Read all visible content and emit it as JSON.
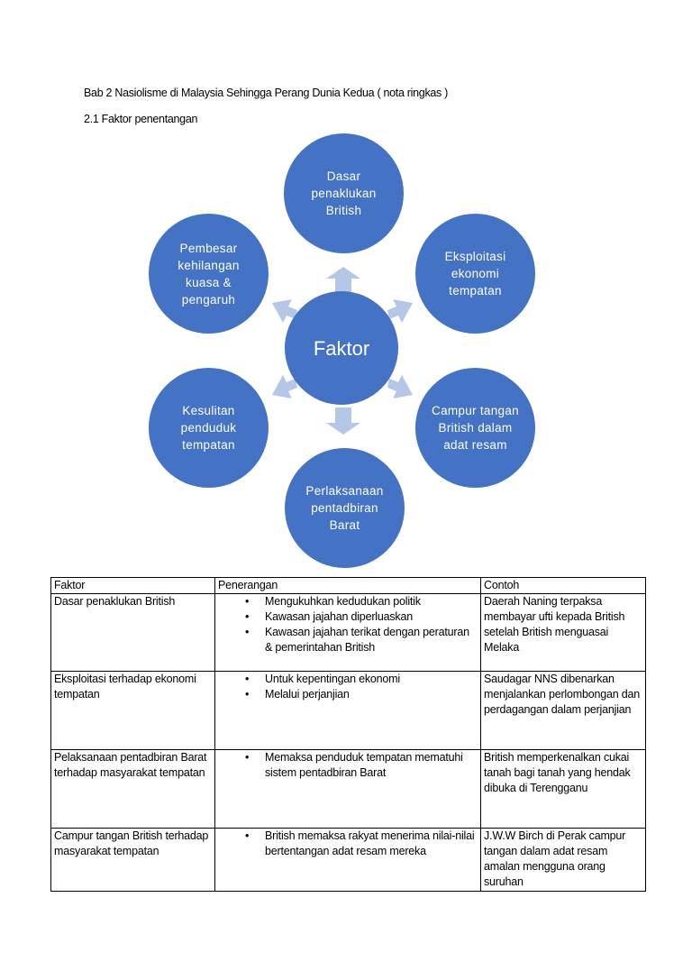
{
  "heading": {
    "title": "Bab 2 Nasiolisme di Malaysia Sehingga Perang Dunia Kedua ( nota ringkas )",
    "subtitle": "2.1 Faktor penentangan"
  },
  "diagram": {
    "center": "Faktor",
    "nodes": [
      {
        "id": "top",
        "label": "Dasar penaklukan British"
      },
      {
        "id": "upper-right",
        "label": "Eksploitasi ekonomi tempatan"
      },
      {
        "id": "lower-right",
        "label": "Campur tangan British dalam adat resam"
      },
      {
        "id": "bottom",
        "label": "Perlaksanaan pentadbiran Barat"
      },
      {
        "id": "lower-left",
        "label": "Kesulitan penduduk tempatan"
      },
      {
        "id": "upper-left",
        "label": "Pembesar kehilangan kuasa & pengaruh"
      }
    ],
    "colors": {
      "circle": "#4472c4",
      "arrow": "#b4c7e7",
      "text": "#ffffff"
    }
  },
  "table": {
    "headers": [
      "Faktor",
      "Penerangan",
      "Contoh"
    ],
    "bullet": "•",
    "rows": [
      {
        "faktor": "Dasar penaklukan British",
        "penerangan": [
          "Mengukuhkan kedudukan politik",
          "Kawasan jajahan diperluaskan",
          "Kawasan jajahan terikat dengan peraturan & pemerintahan British"
        ],
        "contoh": "Daerah Naning terpaksa membayar ufti kepada British setelah British menguasai Melaka"
      },
      {
        "faktor": "Eksploitasi terhadap ekonomi tempatan",
        "penerangan": [
          "Untuk kepentingan ekonomi",
          "Melalui perjanjian"
        ],
        "contoh": "Saudagar NNS dibenarkan menjalankan perlombongan dan perdagangan dalam perjanjian"
      },
      {
        "faktor": "Pelaksanaan pentadbiran Barat terhadap masyarakat tempatan",
        "penerangan": [
          "Memaksa penduduk tempatan mematuhi sistem pentadbiran Barat"
        ],
        "contoh": "British memperkenalkan cukai tanah bagi tanah yang hendak dibuka di Terengganu"
      },
      {
        "faktor": "Campur tangan British terhadap masyarakat tempatan",
        "penerangan": [
          "British memaksa rakyat menerima nilai-nilai bertentangan adat resam mereka"
        ],
        "contoh": "J.W.W Birch di Perak campur tangan dalam adat resam amalan mengguna orang suruhan"
      }
    ]
  }
}
